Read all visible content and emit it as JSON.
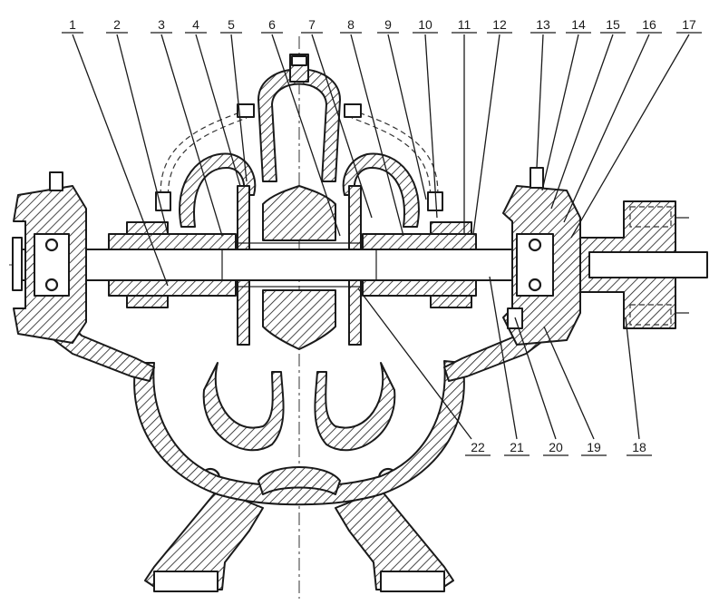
{
  "part_numbers": [
    "1",
    "2",
    "3",
    "4",
    "5",
    "6",
    "7",
    "8",
    "9",
    "10",
    "11",
    "12",
    "13",
    "14",
    "15",
    "16",
    "17",
    "18",
    "19",
    "20",
    "21",
    "22"
  ]
}
